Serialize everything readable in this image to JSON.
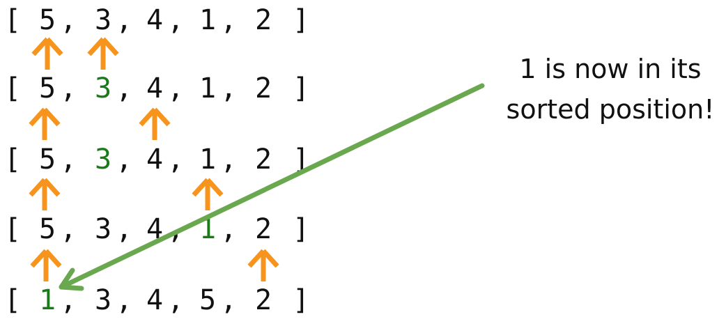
{
  "rows": [
    {
      "tokens": [
        "[",
        "5",
        ",",
        "3",
        ",",
        "4",
        ",",
        "1",
        ",",
        "2",
        "]"
      ],
      "highlight": [],
      "arrows": [
        "5",
        "3"
      ]
    },
    {
      "tokens": [
        "[",
        "5",
        ",",
        "3",
        ",",
        "4",
        ",",
        "1",
        ",",
        "2",
        "]"
      ],
      "highlight": [
        "3"
      ],
      "arrows": [
        "5",
        "4"
      ]
    },
    {
      "tokens": [
        "[",
        "5",
        ",",
        "3",
        ",",
        "4",
        ",",
        "1",
        ",",
        "2",
        "]"
      ],
      "highlight": [
        "3"
      ],
      "arrows": [
        "5",
        "1"
      ]
    },
    {
      "tokens": [
        "[",
        "5",
        ",",
        "3",
        ",",
        "4",
        ",",
        "1",
        ",",
        "2",
        "]"
      ],
      "highlight": [
        "1"
      ],
      "arrows": [
        "5",
        "2"
      ]
    },
    {
      "tokens": [
        "[",
        "1",
        ",",
        "3",
        ",",
        "4",
        ",",
        "5",
        ",",
        "2",
        "]"
      ],
      "highlight": [
        "1"
      ],
      "arrows": []
    }
  ],
  "caption": {
    "line1": "1 is now in its",
    "line2": "sorted position!"
  },
  "colors": {
    "text": "#111111",
    "highlight": "#1a7a1a",
    "pointer": "#f7941d",
    "callout": "#6aa84f"
  }
}
